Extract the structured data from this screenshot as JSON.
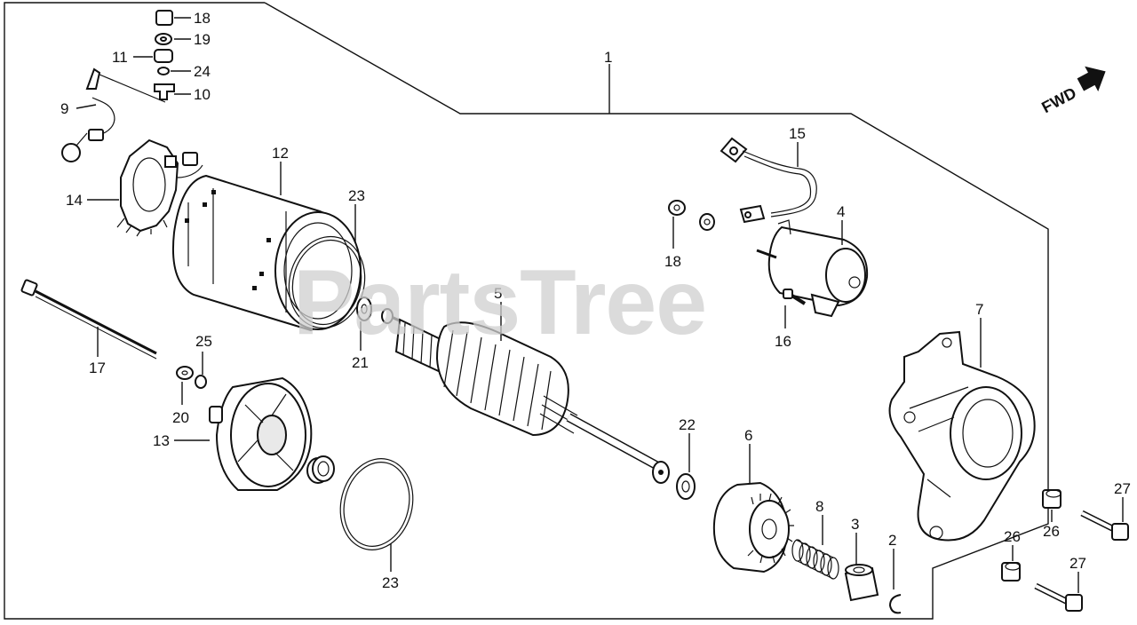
{
  "watermark": "PartsTree",
  "fwd_label": "FWD",
  "callouts": {
    "c1": "1",
    "c2": "2",
    "c3": "3",
    "c4": "4",
    "c5": "5",
    "c6": "6",
    "c7": "7",
    "c8": "8",
    "c9": "9",
    "c10": "10",
    "c11": "11",
    "c12": "12",
    "c13": "13",
    "c14": "14",
    "c15": "15",
    "c16": "16",
    "c17": "17",
    "c18a": "18",
    "c18b": "18",
    "c19": "19",
    "c20": "20",
    "c21": "21",
    "c22": "22",
    "c23a": "23",
    "c23b": "23",
    "c24": "24",
    "c25": "25",
    "c26a": "26",
    "c26b": "26",
    "c27a": "27",
    "c27b": "27"
  }
}
